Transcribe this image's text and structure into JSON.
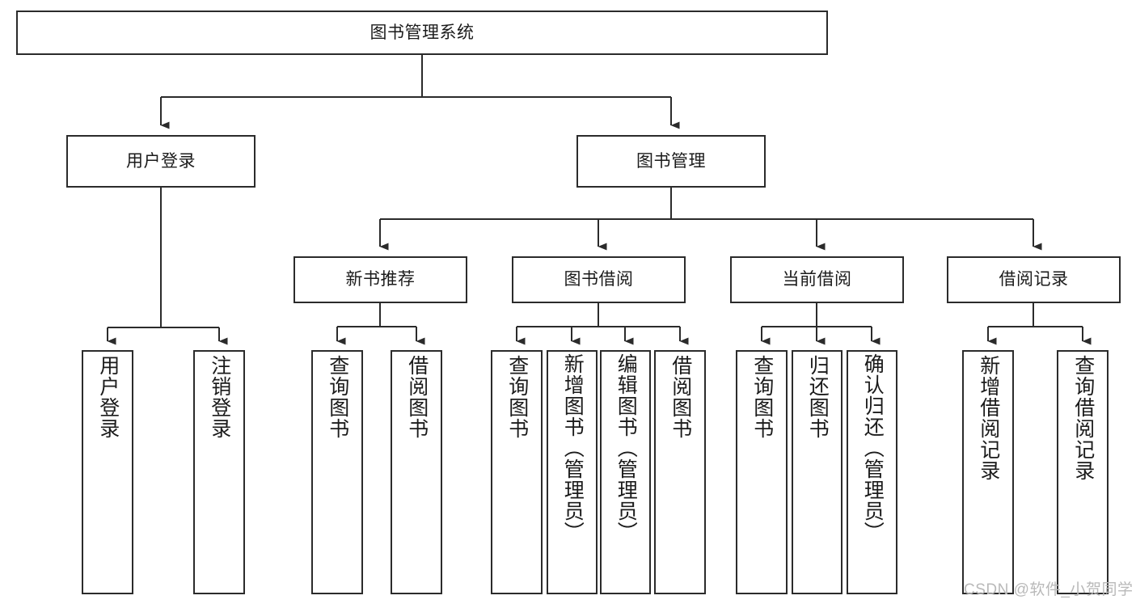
{
  "diagram": {
    "title": "图书管理系统",
    "watermark": "CSDN @软件_小贺同学",
    "line_color": "#2b2b2b",
    "box_fill": "#ffffff",
    "text_color": "#1b1b1b",
    "watermark_color": "#b9b9b9",
    "root": {
      "label": "图书管理系统"
    },
    "level2": [
      {
        "label": "用户登录"
      },
      {
        "label": "图书管理"
      }
    ],
    "level3": [
      {
        "label": "新书推荐"
      },
      {
        "label": "图书借阅"
      },
      {
        "label": "当前借阅"
      },
      {
        "label": "借阅记录"
      }
    ],
    "leaves": {
      "user_login": [
        {
          "label": "用户登录"
        },
        {
          "label": "注销登录"
        }
      ],
      "new_book_recommend": [
        {
          "label": "查询图书"
        },
        {
          "label": "借阅图书"
        }
      ],
      "book_borrow": [
        {
          "label": "查询图书"
        },
        {
          "label": "新增图书（管理员）"
        },
        {
          "label": "编辑图书（管理员）"
        },
        {
          "label": "借阅图书"
        }
      ],
      "current_borrow": [
        {
          "label": "查询图书"
        },
        {
          "label": "归还图书"
        },
        {
          "label": "确认归还（管理员）"
        }
      ],
      "borrow_record": [
        {
          "label": "新增借阅记录"
        },
        {
          "label": "查询借阅记录"
        }
      ]
    }
  }
}
